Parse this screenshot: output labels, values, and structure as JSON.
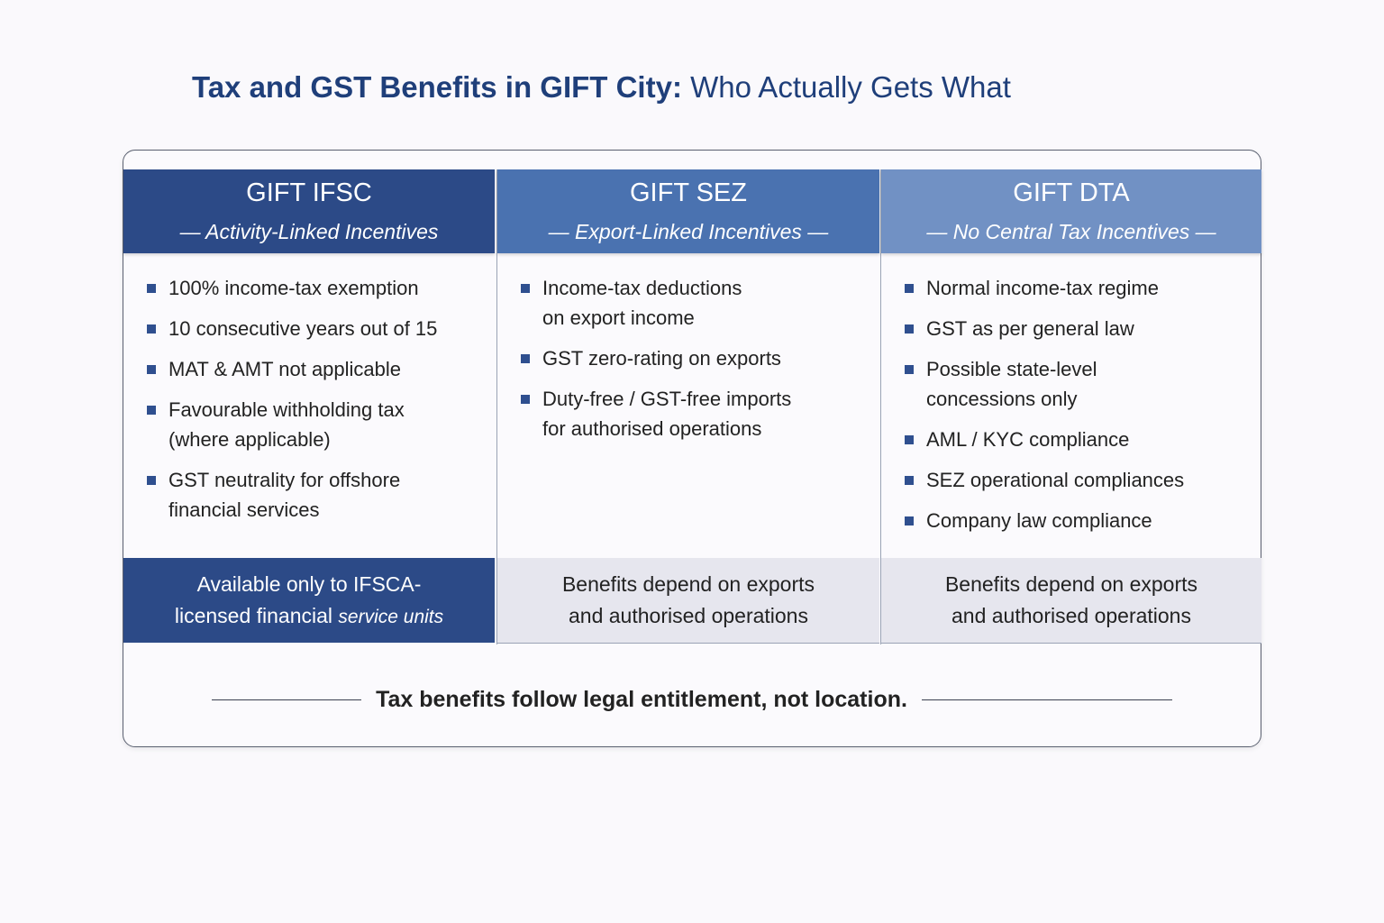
{
  "title": {
    "bold": "Tax and GST Benefits in GIFT City:",
    "rest": " Who Actually Gets What"
  },
  "colors": {
    "ifsc": "#2c4a87",
    "sez": "#4a72b0",
    "dta": "#7191c4",
    "title": "#1f3f7a"
  },
  "columns": [
    {
      "name": "GIFT IFSC",
      "subtitle": "— Activity-Linked Incentives",
      "items": [
        [
          "100% income-tax exemption"
        ],
        [
          "10 consecutive years out of 15"
        ],
        [
          "MAT & AMT not applicable"
        ],
        [
          "Favourable withholding tax",
          "(where applicable)"
        ],
        [
          "GST neutrality for offshore",
          "financial services"
        ]
      ],
      "footer": {
        "line1": "Available only to IFSCA-",
        "line2a": "licensed financial ",
        "line2b": "service units"
      }
    },
    {
      "name": "GIFT SEZ",
      "subtitle": "— Export-Linked Incentives —",
      "items": [
        [
          "Income-tax deductions",
          "on export income"
        ],
        [
          "GST zero-rating on exports"
        ],
        [
          "Duty-free / GST-free imports",
          "for authorised operations"
        ]
      ],
      "footer": {
        "line1": "Benefits depend on exports",
        "line2": "and authorised operations"
      }
    },
    {
      "name": "GIFT DTA",
      "subtitle": "— No Central Tax Incentives —",
      "items": [
        [
          "Normal income-tax regime"
        ],
        [
          "GST as per general law"
        ],
        [
          "Possible state-level",
          "concessions only"
        ],
        [
          "AML / KYC compliance"
        ],
        [
          "SEZ operational compliances"
        ],
        [
          "Company law compliance"
        ]
      ],
      "footer": {
        "line1": "Benefits depend on exports",
        "line2": "and authorised operations"
      }
    }
  ],
  "tagline": "Tax benefits follow legal entitlement, not location."
}
